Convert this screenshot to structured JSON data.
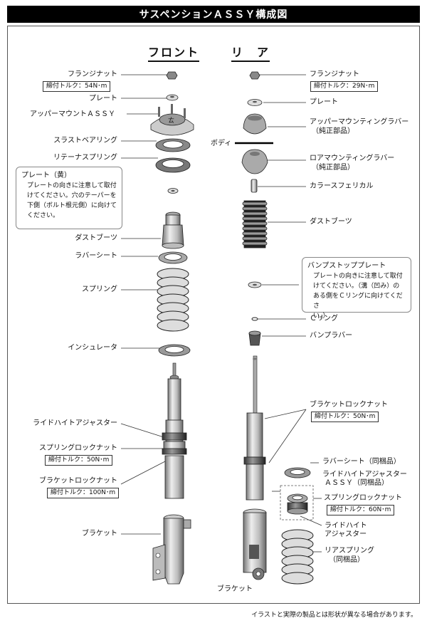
{
  "title": "サスペンションＡＳＳＹ構成図",
  "front": {
    "heading": "フロント",
    "labels": {
      "flange_nut": "フランジナット",
      "flange_torque": "締付トルク：54N･m",
      "plate": "プレート",
      "upper_mount": "アッパーマウントＡＳＳＹ",
      "thrust_bearing": "スラストベアリング",
      "retainer_spring": "リテーナスプリング",
      "dust_boot": "ダストブーツ",
      "rubber_seat": "ラバーシート",
      "spring": "スプリング",
      "insulator": "インシュレータ",
      "ride_height_adjuster": "ライドハイトアジャスター",
      "spring_lock_nut": "スプリングロックナット",
      "spring_lock_torque": "締付トルク：50N･m",
      "bracket_lock_nut": "ブラケットロックナット",
      "bracket_lock_torque": "締付トルク：100N･m",
      "bracket": "ブラケット"
    },
    "plate_note": {
      "title": "プレート（黄）",
      "body": [
        "プレートの向きに注意して取付",
        "けてください。穴のテーパーを",
        "下側（ボルト根元側）に向けて",
        "ください。"
      ]
    }
  },
  "rear": {
    "heading": "リ　ア",
    "labels": {
      "flange_nut": "フランジナット",
      "flange_torque": "締付トルク：29N･m",
      "plate": "プレート",
      "upper_mounting_rubber": "アッパーマウンティングラバー",
      "upper_mounting_rubber_sub": "（純正部品）",
      "body": "ボディ",
      "lower_mounting_rubber": "ロアマウンティングラバー",
      "lower_mounting_rubber_sub": "（純正部品）",
      "collar_spherical": "カラースフェリカル",
      "dust_boot": "ダストブーツ",
      "c_ring": "Ｃリング",
      "bump_rubber": "バンプラバー",
      "bracket_lock_nut": "ブラケットロックナット",
      "bracket_lock_torque": "締付トルク：50N･m",
      "rubber_seat": "ラバーシート（同梱品）",
      "ride_height_adjuster_assy": "ライドハイトアジャスター",
      "ride_height_adjuster_assy_2": "ＡＳＳＹ（同梱品）",
      "spring_lock_nut": "スプリングロックナット",
      "spring_lock_torque": "締付トルク：60N･m",
      "ride_height_adjuster": "ライドハイト",
      "ride_height_adjuster_2": "アジャスター",
      "rear_spring": "リアスプリング",
      "rear_spring_sub": "（同梱品）",
      "bracket": "ブラケット"
    },
    "bump_note": {
      "title": "バンプストッププレート",
      "body": [
        "プレートの向きに注意して取付",
        "けてください。（溝（凹み）の",
        "ある側をＣリングに向けてくださ",
        "い。）"
      ]
    }
  },
  "footer_note": "イラストと実際の製品とは形状が異なる場合があります。"
}
